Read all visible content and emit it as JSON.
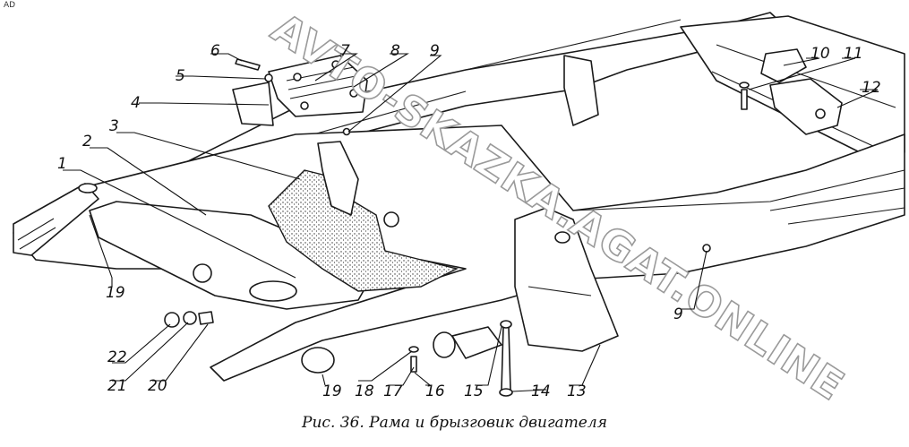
{
  "corner_mark": "AD",
  "caption": "Рис. 36. Рама и брызговик двигателя",
  "watermark": "AVTO-SKAZKA.AGAT.ONLINE",
  "callouts": {
    "c1": "1",
    "c2": "2",
    "c3": "3",
    "c4": "4",
    "c5": "5",
    "c6": "6",
    "c7": "7",
    "c8": "8",
    "c9a": "9",
    "c9b": "9",
    "c10": "10",
    "c11": "11",
    "c12": "12",
    "c13": "13",
    "c14": "14",
    "c15": "15",
    "c16": "16",
    "c17": "17",
    "c18": "18",
    "c19a": "19",
    "c19b": "19",
    "c20": "20",
    "c21": "21",
    "c22": "22"
  }
}
